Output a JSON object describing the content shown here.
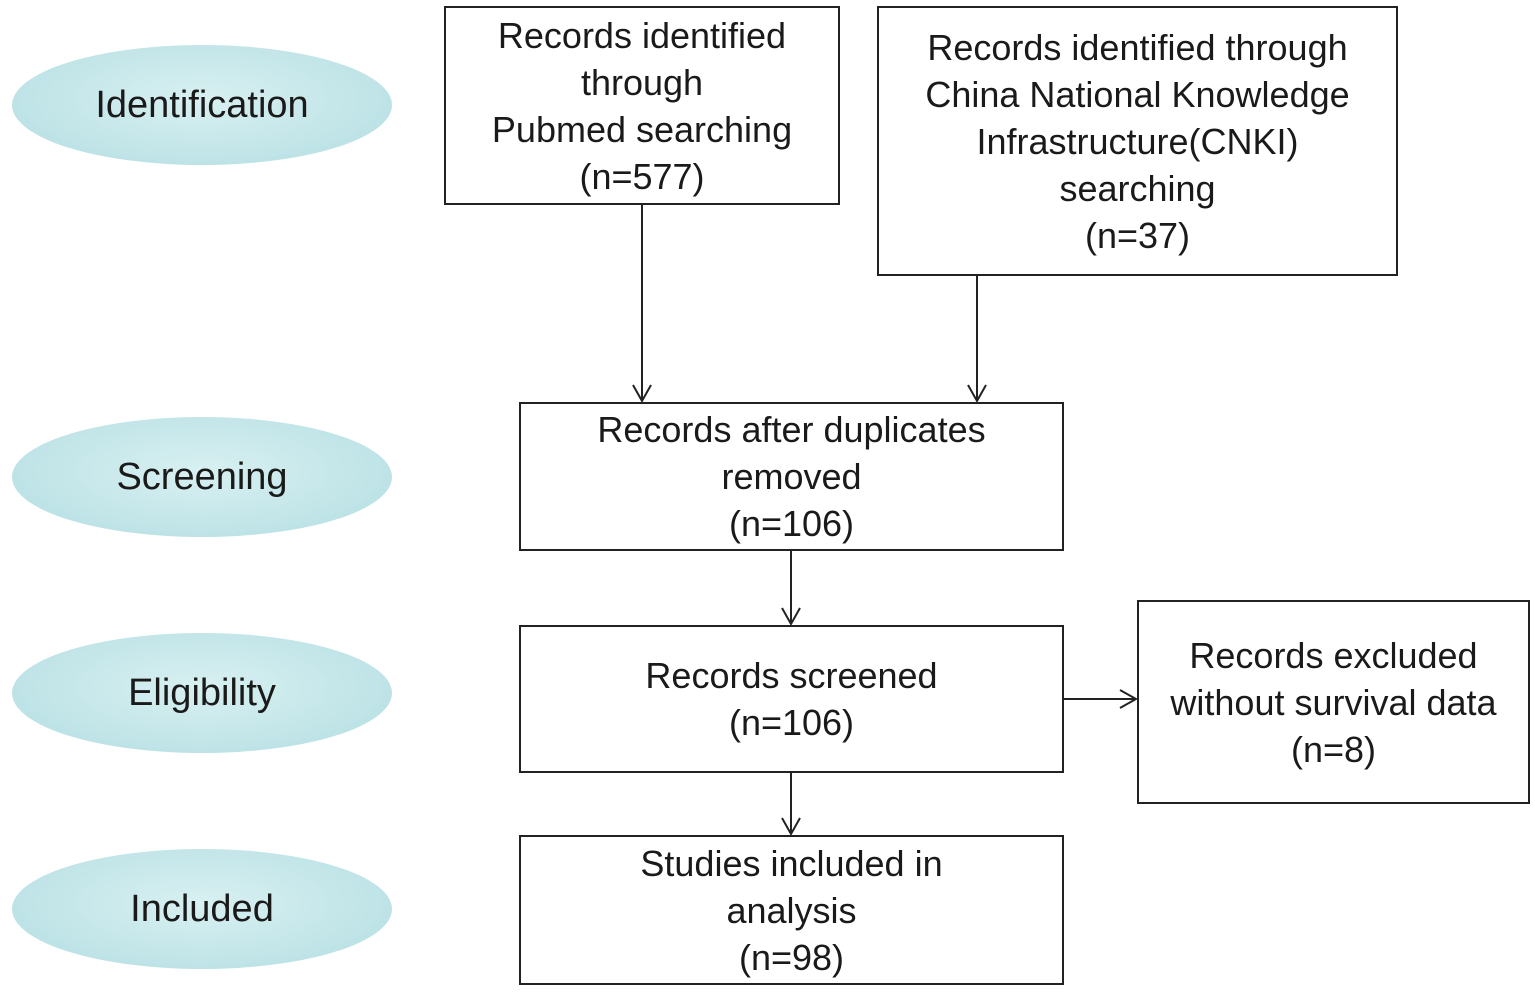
{
  "stages": {
    "identification": "Identification",
    "screening": "Screening",
    "eligibility": "Eligibility",
    "included": "Included"
  },
  "boxes": {
    "pubmed": {
      "lines": [
        "Records identified",
        "through",
        "Pubmed searching",
        "(n=577)"
      ]
    },
    "cnki": {
      "lines": [
        "Records identified through",
        "China National Knowledge",
        "Infrastructure(CNKI)",
        "searching",
        "(n=37)"
      ]
    },
    "duplicates_removed": {
      "lines": [
        "Records after duplicates",
        "removed",
        "(n=106)"
      ]
    },
    "screened": {
      "lines": [
        "Records screened",
        "(n=106)"
      ]
    },
    "excluded": {
      "lines": [
        "Records excluded",
        "without survival data",
        "(n=8)"
      ]
    },
    "included": {
      "lines": [
        "Studies included in",
        "analysis",
        "(n=98)"
      ]
    }
  },
  "colors": {
    "stage_fill": "#c4e6e9",
    "box_border": "#222222",
    "arrow": "#222222"
  }
}
